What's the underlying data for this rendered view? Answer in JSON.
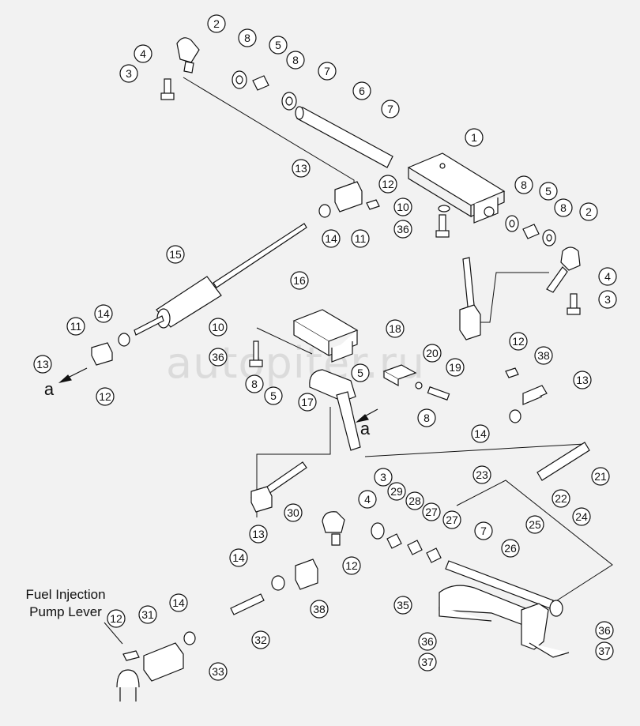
{
  "caption": {
    "line1": "Fuel  Injection",
    "line2": "Pump Lever"
  },
  "watermark": "autopiter.ru",
  "view_marker": "a",
  "callouts": [
    "1",
    "2",
    "3",
    "4",
    "5",
    "6",
    "7",
    "8",
    "10",
    "11",
    "12",
    "13",
    "14",
    "15",
    "16",
    "17",
    "18",
    "19",
    "20",
    "21",
    "22",
    "23",
    "24",
    "25",
    "26",
    "27",
    "28",
    "29",
    "30",
    "31",
    "32",
    "33",
    "35",
    "36",
    "37",
    "38"
  ]
}
